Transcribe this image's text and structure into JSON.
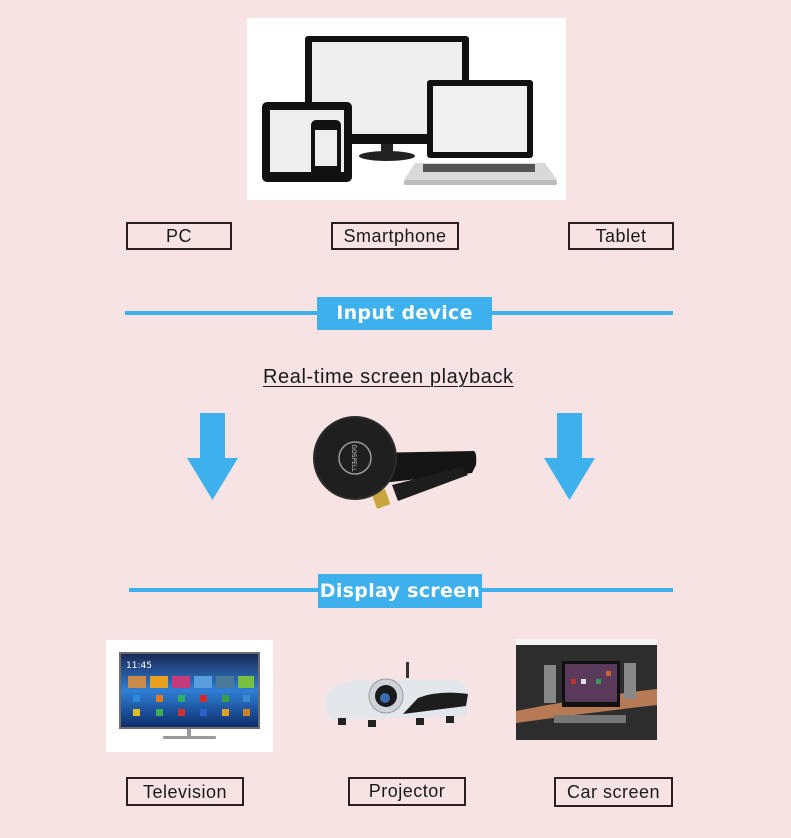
{
  "input_devices": {
    "photo_alt": "Monitor, laptop, tablet and smartphone",
    "labels": [
      "PC",
      "Smartphone",
      "Tablet"
    ]
  },
  "input_divider": {
    "label": "Input device"
  },
  "center": {
    "subtitle": "Real-time screen playback",
    "dongle_brand": "GOSPELL",
    "arrow_icon": "arrow-down-icon"
  },
  "display_divider": {
    "label": "Display screen"
  },
  "display_devices": {
    "items": [
      {
        "label": "Television",
        "tv_clock": "11:45"
      },
      {
        "label": "Projector"
      },
      {
        "label": "Car screen"
      }
    ]
  },
  "colors": {
    "background": "#f7e3e4",
    "accent_blue": "#3eb1ec",
    "label_border": "#2a1e1e"
  }
}
